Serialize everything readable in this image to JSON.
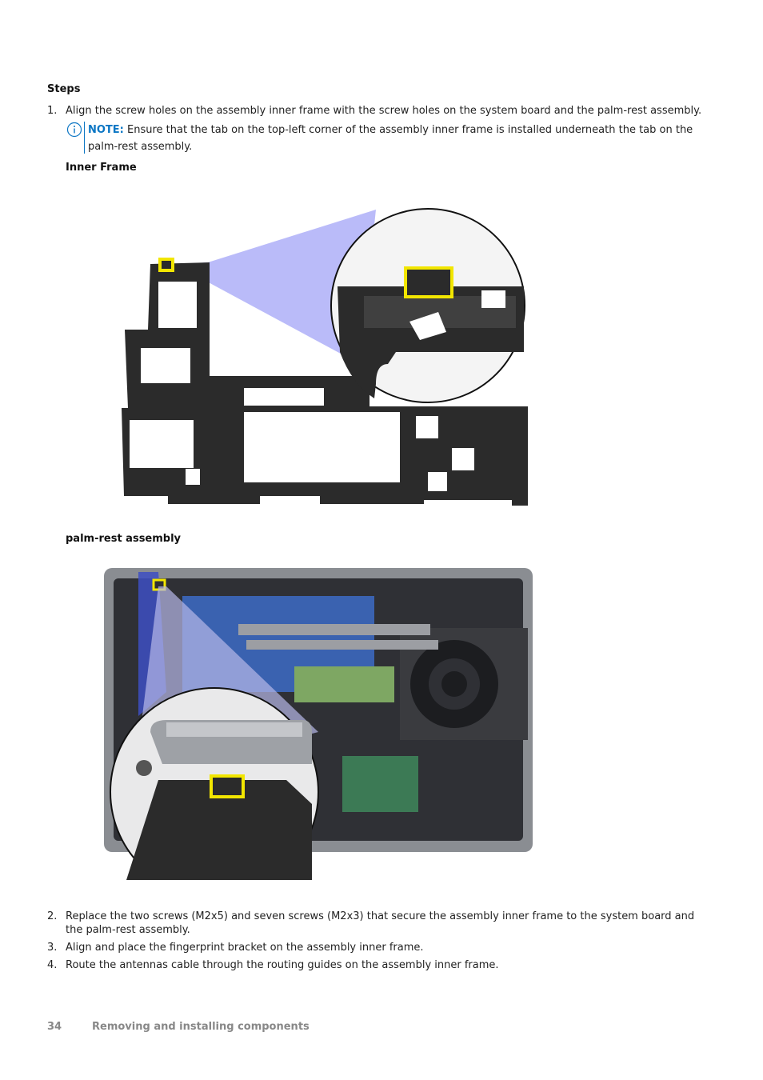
{
  "steps_heading": "Steps",
  "steps": [
    {
      "num": "1.",
      "text": "Align the screw holes on the assembly inner frame with the screw holes on the system board and the palm-rest assembly."
    },
    {
      "num": "2.",
      "text": "Replace the two screws (M2x5) and seven screws (M2x3) that secure the assembly inner frame to the system board and the palm-rest assembly."
    },
    {
      "num": "3.",
      "text": "Align and place the fingerprint bracket on the assembly inner frame."
    },
    {
      "num": "4.",
      "text": "Route the antennas cable through the routing guides on the assembly inner frame."
    }
  ],
  "note": {
    "label": "NOTE:",
    "text": "Ensure that the tab on the top-left corner of the assembly inner frame is installed underneath the tab on the palm-rest assembly."
  },
  "figures": {
    "inner_frame_title": "Inner Frame",
    "palm_rest_title": "palm-rest assembly"
  },
  "colors": {
    "note_accent": "#0b76c4",
    "highlight": "#f2e600",
    "callout_wedge": "#a9aaf7"
  },
  "footer": {
    "page_number": "34",
    "section_title": "Removing and installing components"
  }
}
